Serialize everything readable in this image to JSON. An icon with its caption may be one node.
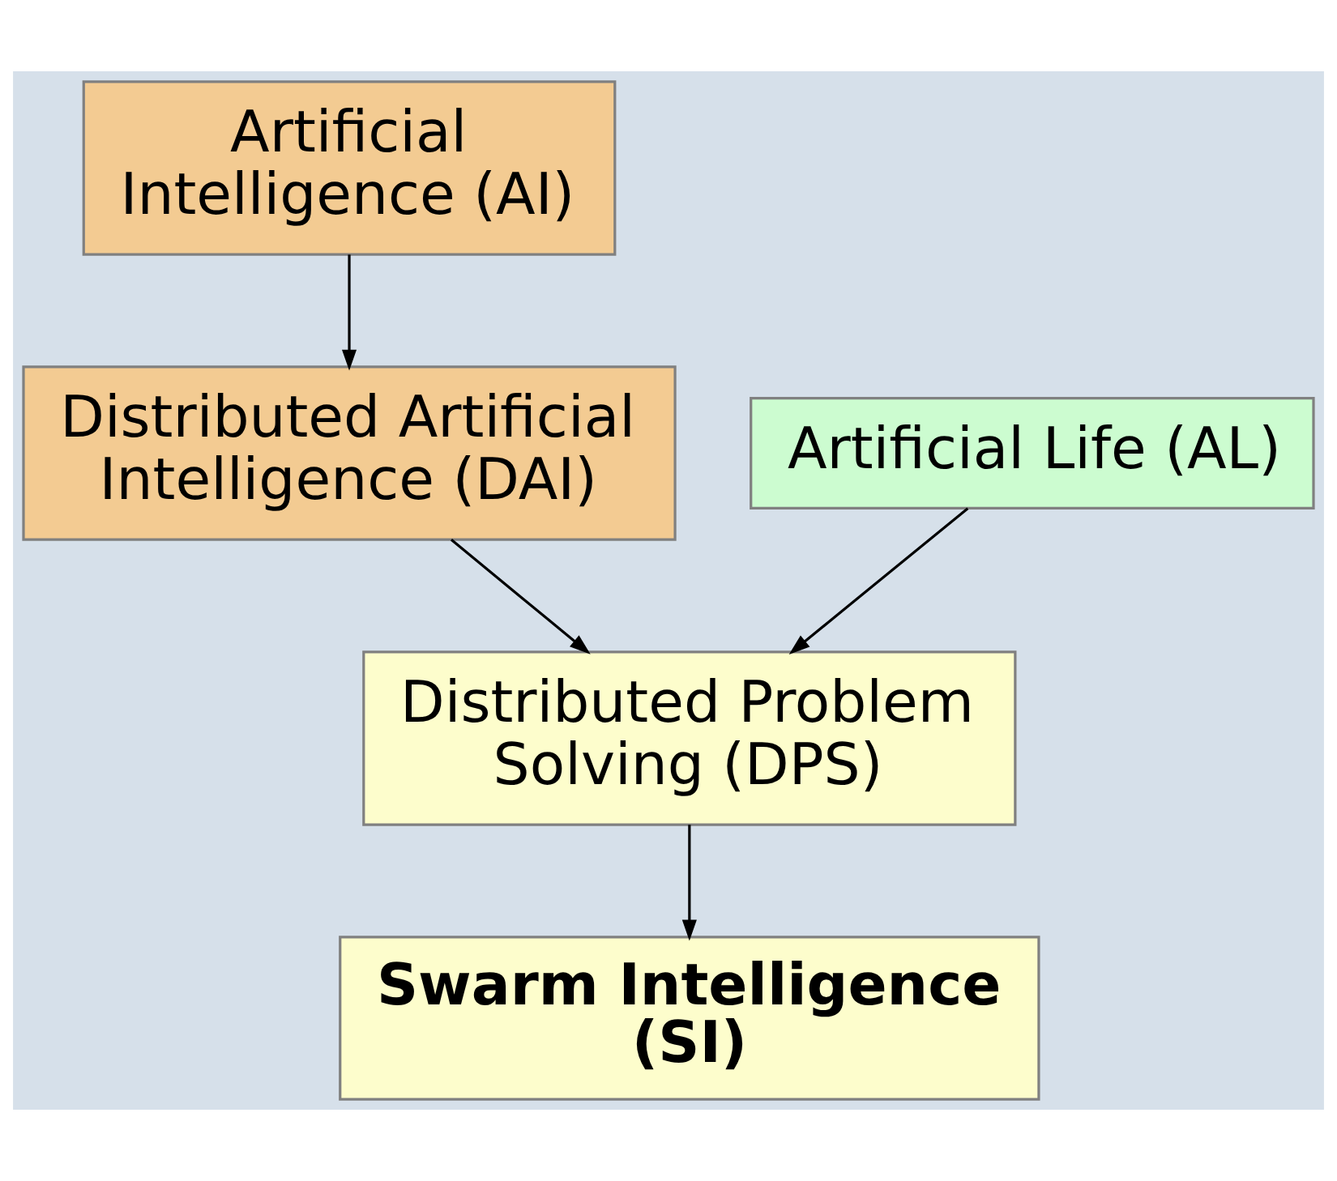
{
  "diagram": {
    "nodes": [
      {
        "text": [
          "Artificial Intelligence (AI)"
        ]
      },
      {
        "text": [
          "Distributed Artificial Intelligence (DAI)"
        ]
      },
      {
        "text": [
          "Artificial Life (AL)"
        ]
      },
      {
        "text": [
          "Distributed Problem Solving (DPS)"
        ]
      },
      {
        "text": [
          "Swarm Intelligence (SI)"
        ]
      }
    ],
    "edges": [
      {
        "from": 0,
        "to": 1,
        "arrow": "to"
      },
      {
        "from": 1,
        "to": 3,
        "arrow": "to"
      },
      {
        "from": 2,
        "to": 3,
        "arrow": "to"
      },
      {
        "from": 3,
        "to": 4,
        "arrow": "to"
      }
    ]
  }
}
